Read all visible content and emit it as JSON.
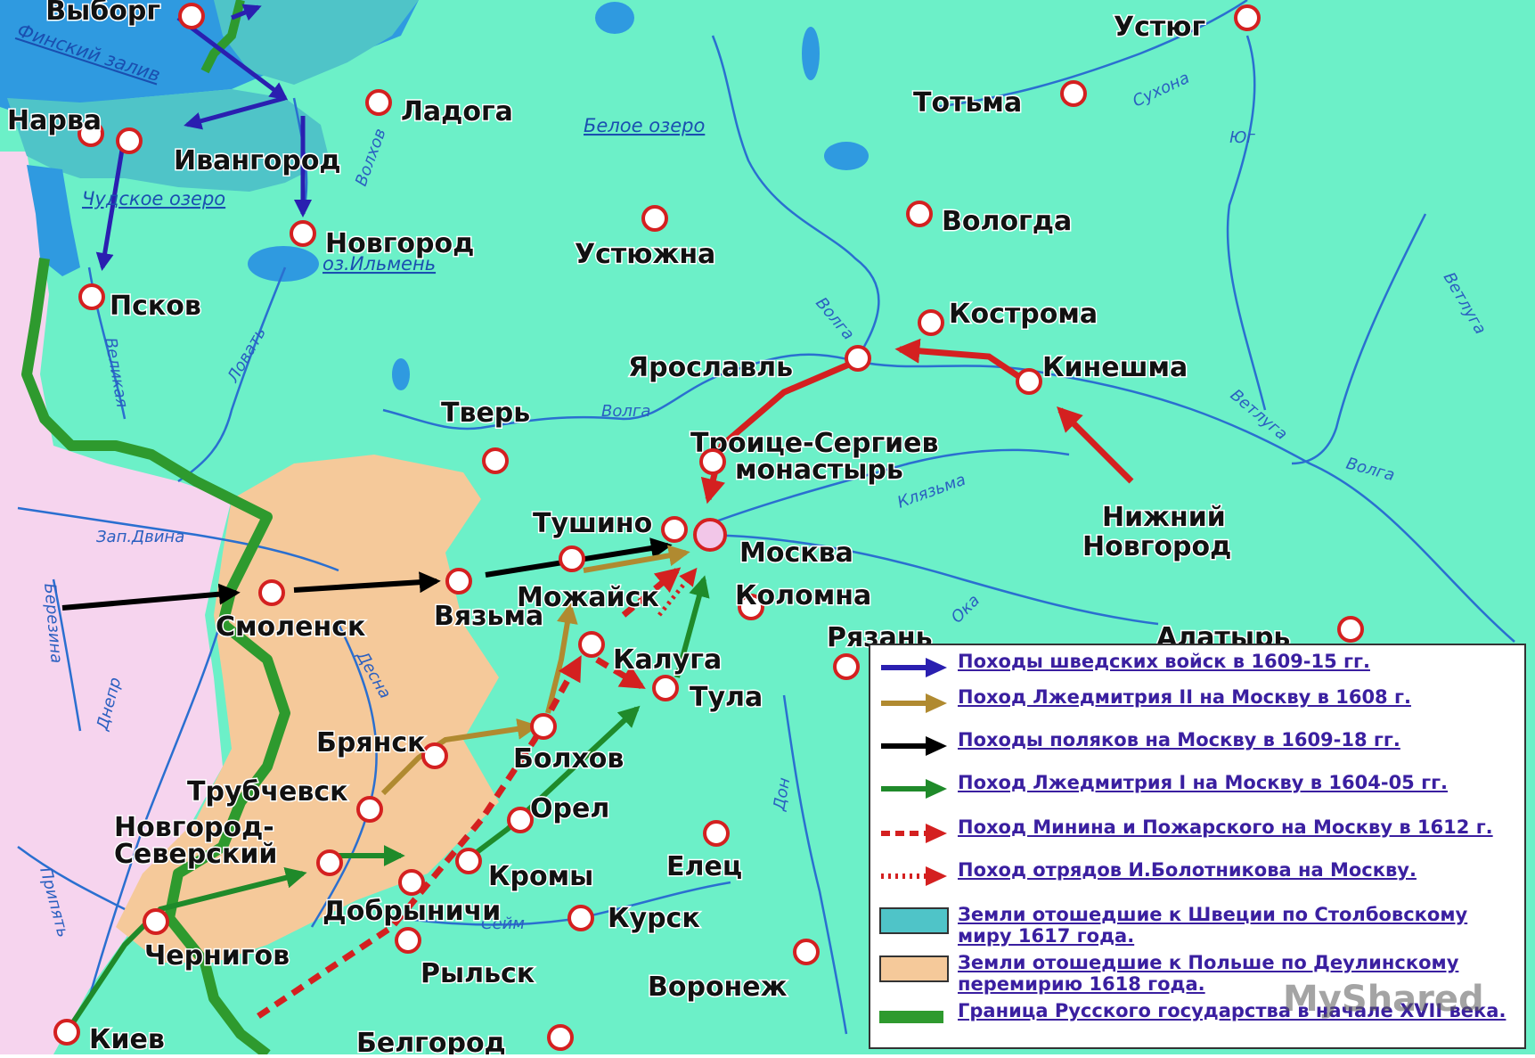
{
  "cities": [
    {
      "id": "viborg",
      "name": "Выборг"
    },
    {
      "id": "ustyug",
      "name": "Устюг"
    },
    {
      "id": "ladoga",
      "name": "Ладога"
    },
    {
      "id": "totma",
      "name": "Тотьма"
    },
    {
      "id": "narva",
      "name": "Нарва"
    },
    {
      "id": "ivangorod",
      "name": "Ивангород"
    },
    {
      "id": "novgorod",
      "name": "Новгород"
    },
    {
      "id": "ustyuzhna",
      "name": "Устюжна"
    },
    {
      "id": "vologda",
      "name": "Вологда"
    },
    {
      "id": "pskov",
      "name": "Псков"
    },
    {
      "id": "kostroma",
      "name": "Кострома"
    },
    {
      "id": "yaroslavl",
      "name": "Ярославль"
    },
    {
      "id": "kineshma",
      "name": "Кинешма"
    },
    {
      "id": "tver",
      "name": "Тверь"
    },
    {
      "id": "troitse1",
      "name": "Троице-Сергиев"
    },
    {
      "id": "troitse2",
      "name": "монастырь"
    },
    {
      "id": "nnovgorod1",
      "name": "Нижний"
    },
    {
      "id": "nnovgorod2",
      "name": "Новгород"
    },
    {
      "id": "tushino",
      "name": "Тушино"
    },
    {
      "id": "moskva",
      "name": "Москва"
    },
    {
      "id": "mozhaysk",
      "name": "Можайск"
    },
    {
      "id": "kolomna",
      "name": "Коломна"
    },
    {
      "id": "smolensk",
      "name": "Смоленск"
    },
    {
      "id": "vyazma",
      "name": "Вязьма"
    },
    {
      "id": "ryazan",
      "name": "Рязань"
    },
    {
      "id": "alatyr",
      "name": "Алатырь"
    },
    {
      "id": "kaluga",
      "name": "Калуга"
    },
    {
      "id": "tula",
      "name": "Тула"
    },
    {
      "id": "bryansk",
      "name": "Брянск"
    },
    {
      "id": "bolkhov",
      "name": "Болхов"
    },
    {
      "id": "trubchevsk",
      "name": "Трубчевск"
    },
    {
      "id": "orel",
      "name": "Орел"
    },
    {
      "id": "nsev1",
      "name": "Новгород-"
    },
    {
      "id": "nsev2",
      "name": "Северский"
    },
    {
      "id": "kromy",
      "name": "Кромы"
    },
    {
      "id": "elets",
      "name": "Елец"
    },
    {
      "id": "dobrynichi",
      "name": "Добрыничи"
    },
    {
      "id": "kursk",
      "name": "Курск"
    },
    {
      "id": "chernigov",
      "name": "Чернигов"
    },
    {
      "id": "rylsk",
      "name": "Рыльск"
    },
    {
      "id": "voronezh",
      "name": "Воронеж"
    },
    {
      "id": "kiev",
      "name": "Киев"
    },
    {
      "id": "belgorod",
      "name": "Белгород"
    }
  ],
  "water_labels": {
    "finsky": "Финский залив",
    "beloe": "Белое озеро",
    "chudskoe": "Чудское озеро",
    "ilmen": "оз.Ильмень"
  },
  "rivers": {
    "volkhov": "Волхов",
    "sukhona": "Сухона",
    "yug": "Юг",
    "vetluga_top": "Ветлуга",
    "volga1": "Волга",
    "volga2": "Волга",
    "volga3": "Волга",
    "lovat": "Ловать",
    "velikaya": "Великая",
    "vetluga2": "Ветлуга",
    "klyazma": "Клязьма",
    "oka": "Ока",
    "zap_dvina": "Зап.Двина",
    "berezina": "Березина",
    "desna": "Десна",
    "dnepr": "Днепр",
    "don": "Дон",
    "pripyat": "Припять",
    "seym": "Сейм"
  },
  "legend": [
    {
      "text": "Походы шведских войск в 1609-15 гг.",
      "symbol": "arrow",
      "color": "#2a1fb0"
    },
    {
      "text": "Поход Лжедмитрия II на Москву в 1608 г.",
      "symbol": "arrow",
      "color": "#b08a30"
    },
    {
      "text": "Походы поляков на Москву в 1609-18 гг.",
      "symbol": "arrow",
      "color": "#000000"
    },
    {
      "text": "Поход Лжедмитрия I на Москву в 1604-05 гг.",
      "symbol": "arrow",
      "color": "#1f8a2a"
    },
    {
      "text": "Поход Минина и Пожарского на Москву в 1612 г.",
      "symbol": "arrow-dashed",
      "color": "#d42020"
    },
    {
      "text": "Поход отрядов И.Болотникова на Москву.",
      "symbol": "arrow-dotted",
      "color": "#d42020"
    },
    {
      "text": "Земли отошедшие к Швеции по Столбовскому миру 1617 года.",
      "symbol": "swatch",
      "color": "#4fc4c8"
    },
    {
      "text": "Земли отошедшие к Польше по Деулинскому перемирию 1618 года.",
      "symbol": "swatch",
      "color": "#f5c99a"
    },
    {
      "text": "Граница Русского государства в начале XVII века.",
      "symbol": "line",
      "color": "#2e9a2e"
    }
  ],
  "watermark": "MyShared",
  "colors": {
    "russia": "#6cf0c8",
    "sweden": "#4fc4c8",
    "poland": "#f5c99a",
    "sea": "#2f9ae0",
    "westland": "#f6d4ee",
    "border": "#2e9a2e",
    "river": "#2a6fd0"
  }
}
